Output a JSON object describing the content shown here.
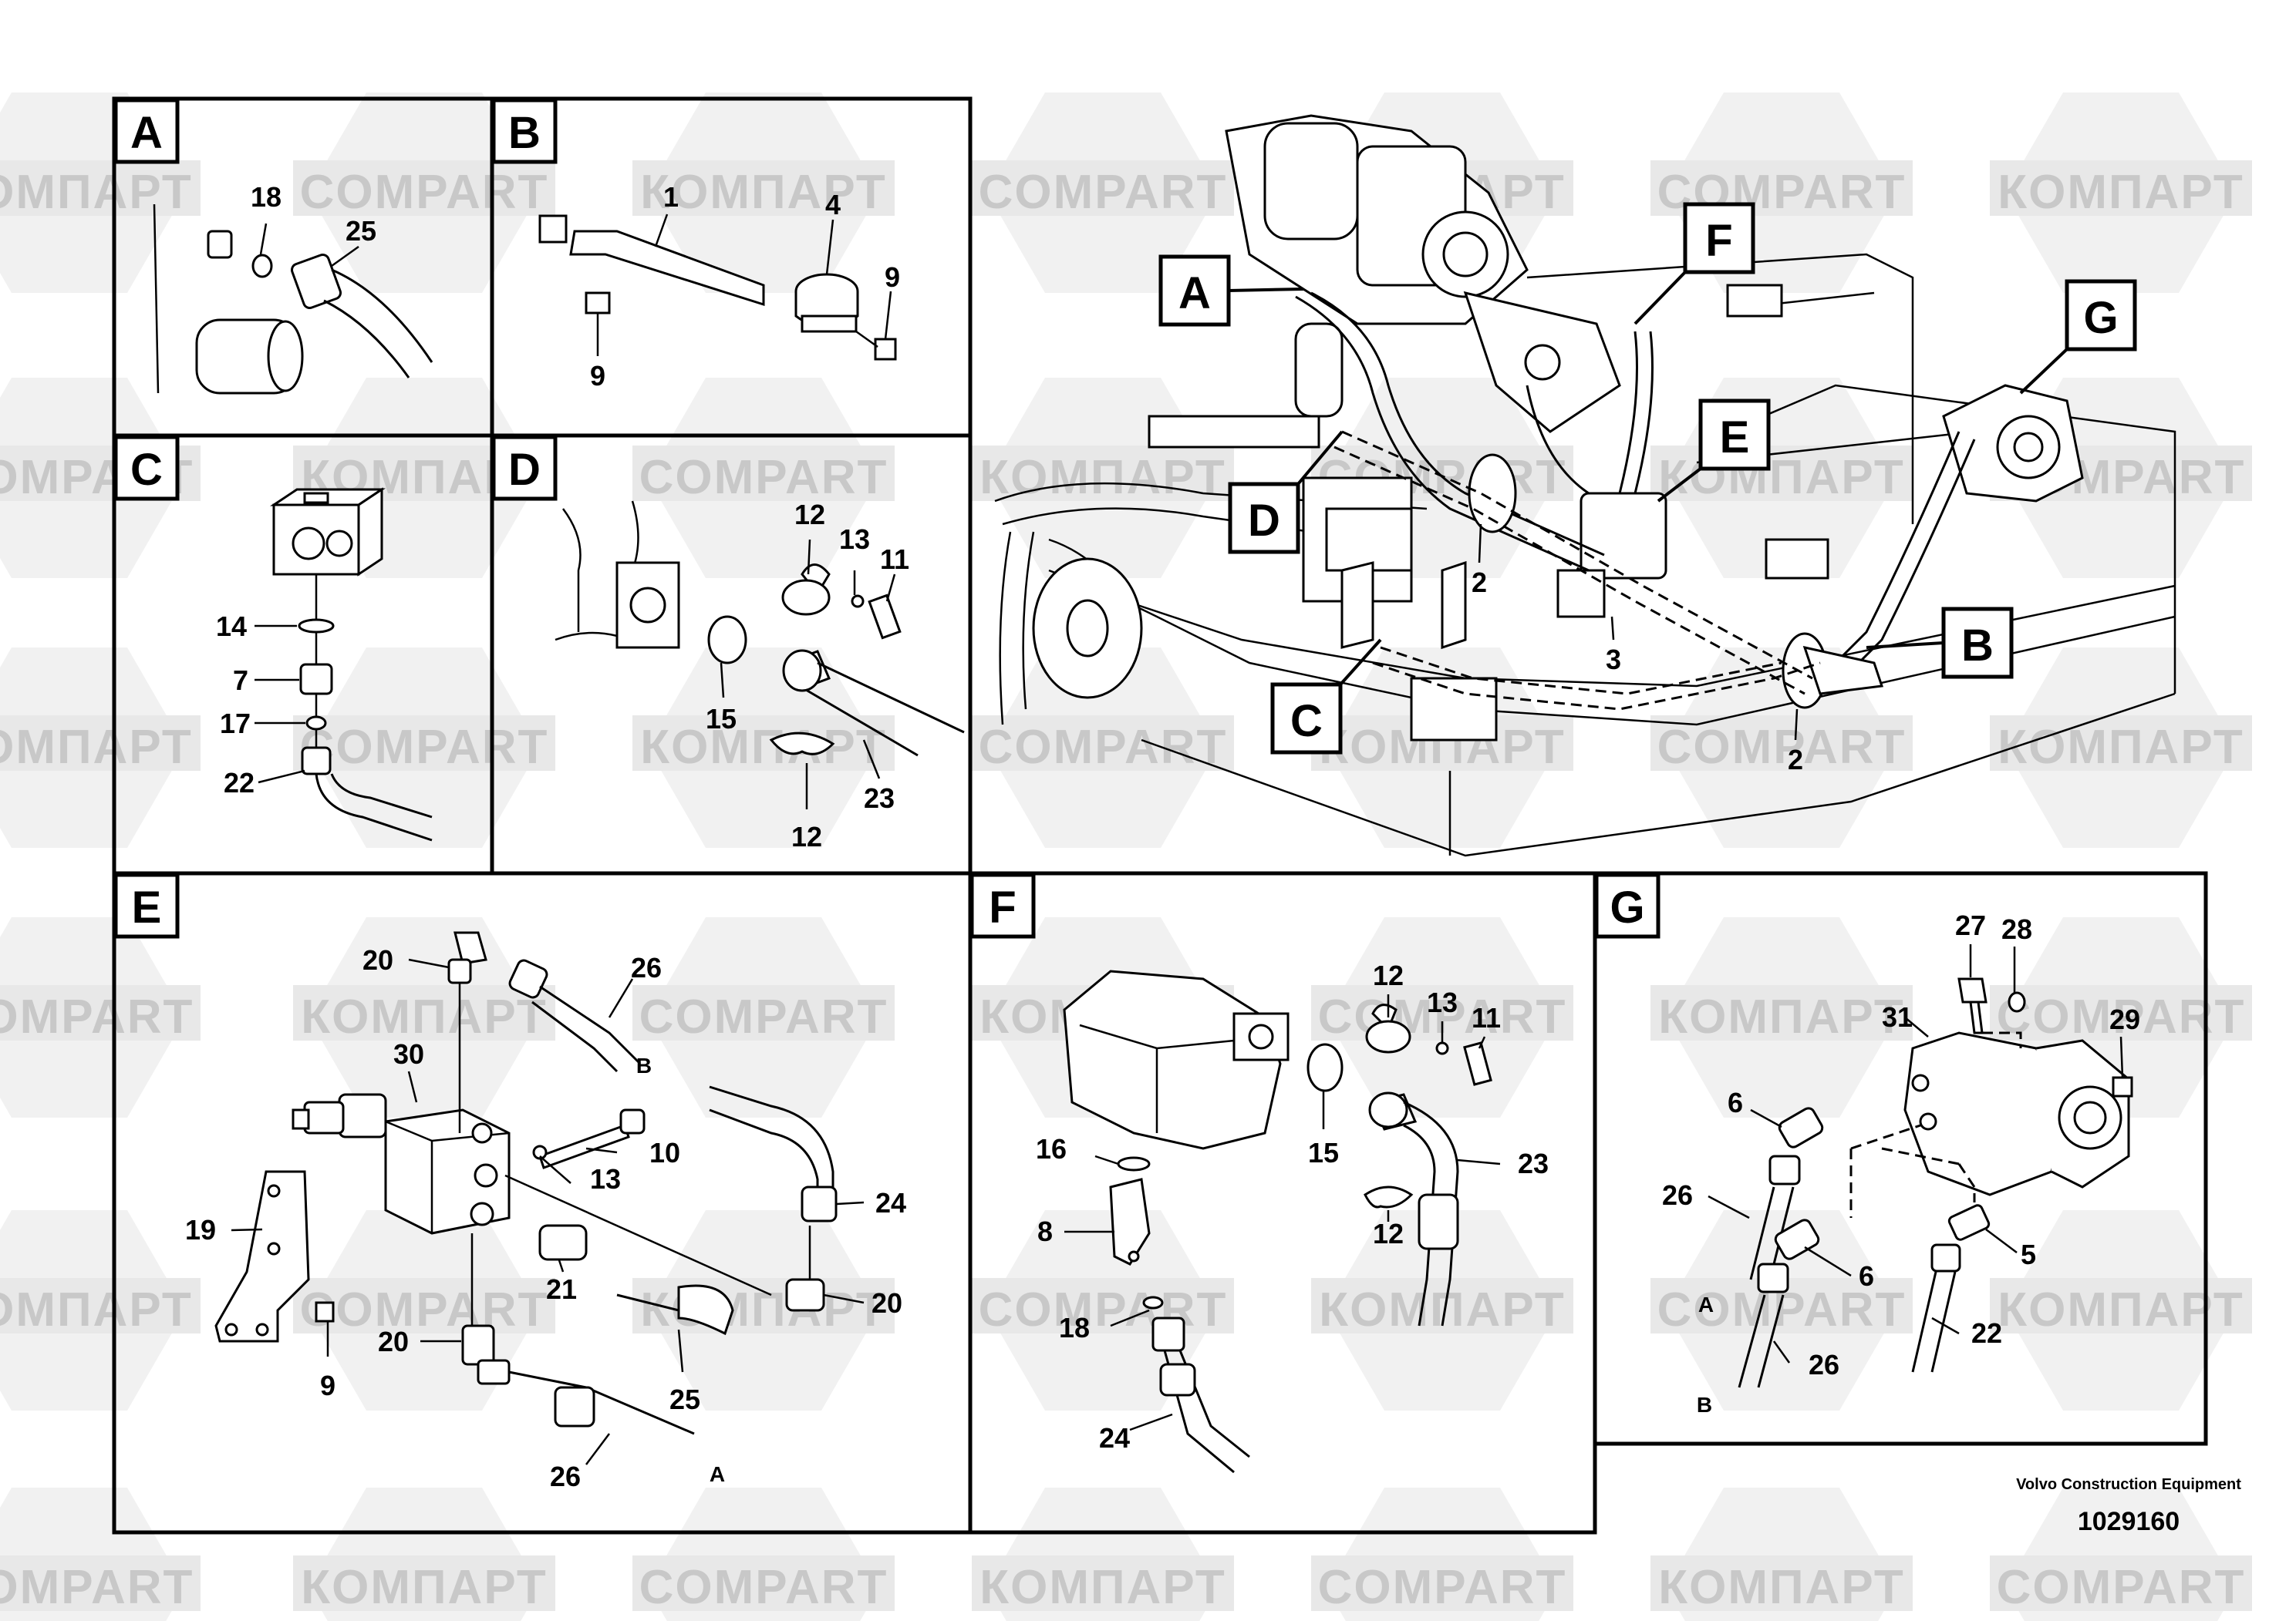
{
  "watermark": {
    "text_latin": "COMPART",
    "text_cyrillic": "КОМПАРТ"
  },
  "panels": [
    {
      "id": "A",
      "letter": "A",
      "callouts": [
        "18",
        "25"
      ]
    },
    {
      "id": "B",
      "letter": "B",
      "callouts": [
        "1",
        "4",
        "9",
        "9"
      ]
    },
    {
      "id": "C",
      "letter": "C",
      "callouts": [
        "14",
        "7",
        "17",
        "22"
      ]
    },
    {
      "id": "D",
      "letter": "D",
      "callouts": [
        "12",
        "13",
        "11",
        "15",
        "23",
        "12"
      ]
    },
    {
      "id": "E",
      "letter": "E",
      "callouts": [
        "20",
        "26",
        "B",
        "30",
        "10",
        "13",
        "24",
        "19",
        "21",
        "20",
        "9",
        "20",
        "25",
        "26",
        "A"
      ]
    },
    {
      "id": "F",
      "letter": "F",
      "callouts": [
        "12",
        "13",
        "11",
        "16",
        "15",
        "23",
        "8",
        "12",
        "18",
        "24"
      ]
    },
    {
      "id": "G",
      "letter": "G",
      "callouts": [
        "27",
        "28",
        "31",
        "29",
        "6",
        "26",
        "A",
        "6",
        "5",
        "22",
        "B",
        "26"
      ]
    }
  ],
  "overview": {
    "flags": [
      "A",
      "F",
      "G",
      "D",
      "E",
      "B",
      "C"
    ],
    "callouts": [
      "2",
      "3",
      "2"
    ]
  },
  "footer": {
    "brand": "Volvo Construction Equipment",
    "drawing_number": "1029160"
  }
}
